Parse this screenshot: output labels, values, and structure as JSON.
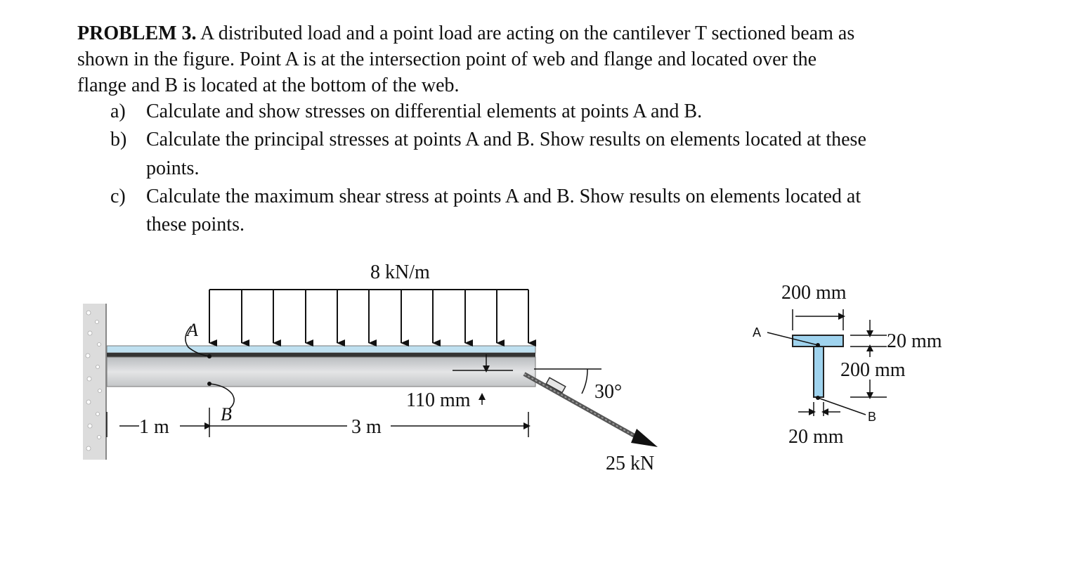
{
  "problem": {
    "number_label": "PROBLEM 3.",
    "intro_lines": [
      " A distributed load and a point load are acting on the cantilever T sectioned beam as",
      "shown in the figure. Point A is at the intersection point of web and flange and located over the",
      "flange and B is located at the bottom of the web."
    ],
    "parts": [
      {
        "marker": "a)",
        "lines": [
          "Calculate and show stresses on differential elements at points A and B."
        ]
      },
      {
        "marker": "b)",
        "lines": [
          "Calculate the principal stresses at points A and B. Show results on elements located at these",
          "points."
        ]
      },
      {
        "marker": "c)",
        "lines": [
          "Calculate the maximum shear stress at points A and B. Show results on elements located at",
          "these points."
        ]
      }
    ]
  },
  "beam_figure": {
    "distributed_load": "8 kN/m",
    "point_a": "A",
    "point_b": "B",
    "dist_1": "1 m",
    "dist_3": "3 m",
    "offset": "110 mm",
    "angle": "30°",
    "point_load": "25 kN",
    "colors": {
      "beam": "#cfd1d3",
      "flange": "#bfe0f0",
      "wall": "#dcdcdc"
    }
  },
  "section_figure": {
    "flange_width": "200 mm",
    "flange_thickness": "20 mm",
    "web_height": "200 mm",
    "web_thickness": "20 mm",
    "point_a": "A",
    "point_b": "B",
    "colors": {
      "section": "#9fd3ee",
      "outline": "#222222"
    }
  }
}
